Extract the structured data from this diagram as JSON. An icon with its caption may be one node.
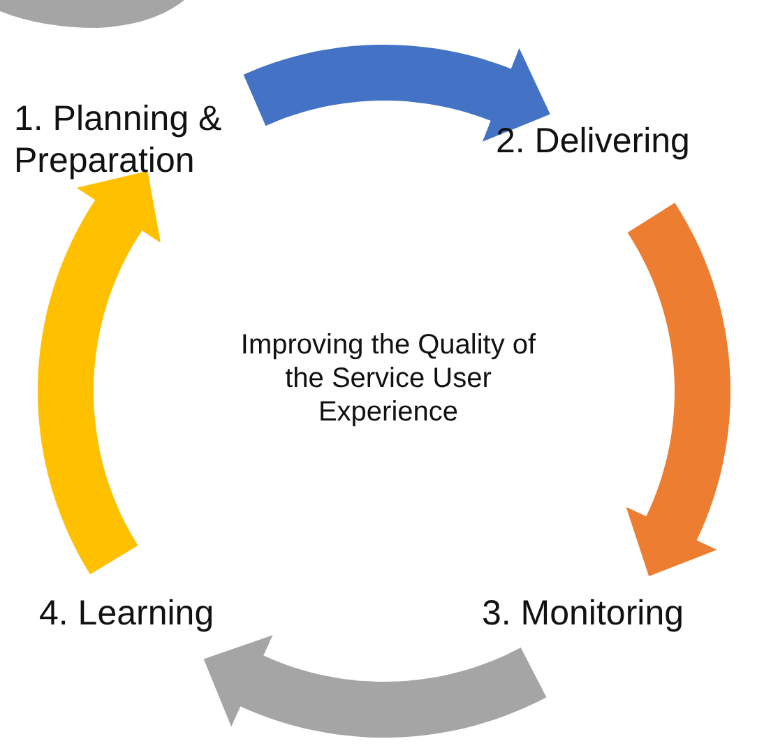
{
  "diagram": {
    "nodes": [
      {
        "text": [
          "1. Planning & Preparation"
        ]
      },
      {
        "text": [
          "2. Delivering"
        ]
      },
      {
        "text": [
          "3. Monitoring"
        ]
      },
      {
        "text": [
          "4. Learning"
        ]
      },
      {
        "text": [
          "Improving the Quality of the Service User Experience"
        ]
      }
    ],
    "edges": [
      {
        "from": 0,
        "to": 1,
        "arrow": "to",
        "color": "#4472c4"
      },
      {
        "from": 1,
        "to": 2,
        "arrow": "to",
        "color": "#ed7d31"
      },
      {
        "from": 2,
        "to": 3,
        "arrow": "to",
        "color": "#a5a5a5"
      },
      {
        "from": 3,
        "to": 0,
        "arrow": "to",
        "color": "#ffc000"
      }
    ]
  }
}
